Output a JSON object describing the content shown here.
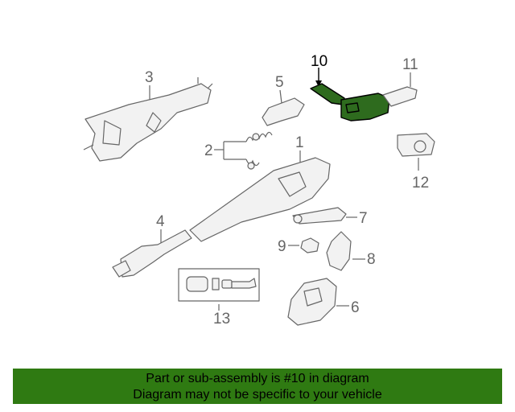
{
  "diagram": {
    "highlight_color": "#2e6b1e",
    "callouts": {
      "c1": "1",
      "c2": "2",
      "c3": "3",
      "c4": "4",
      "c5": "5",
      "c6": "6",
      "c7": "7",
      "c8": "8",
      "c9": "9",
      "c10": "10",
      "c11": "11",
      "c12": "12",
      "c13": "13"
    }
  },
  "banner": {
    "line1": "Part or sub-assembly is #10 in diagram",
    "line2": "Diagram may not be specific to your vehicle",
    "background": "#2f7a12"
  }
}
